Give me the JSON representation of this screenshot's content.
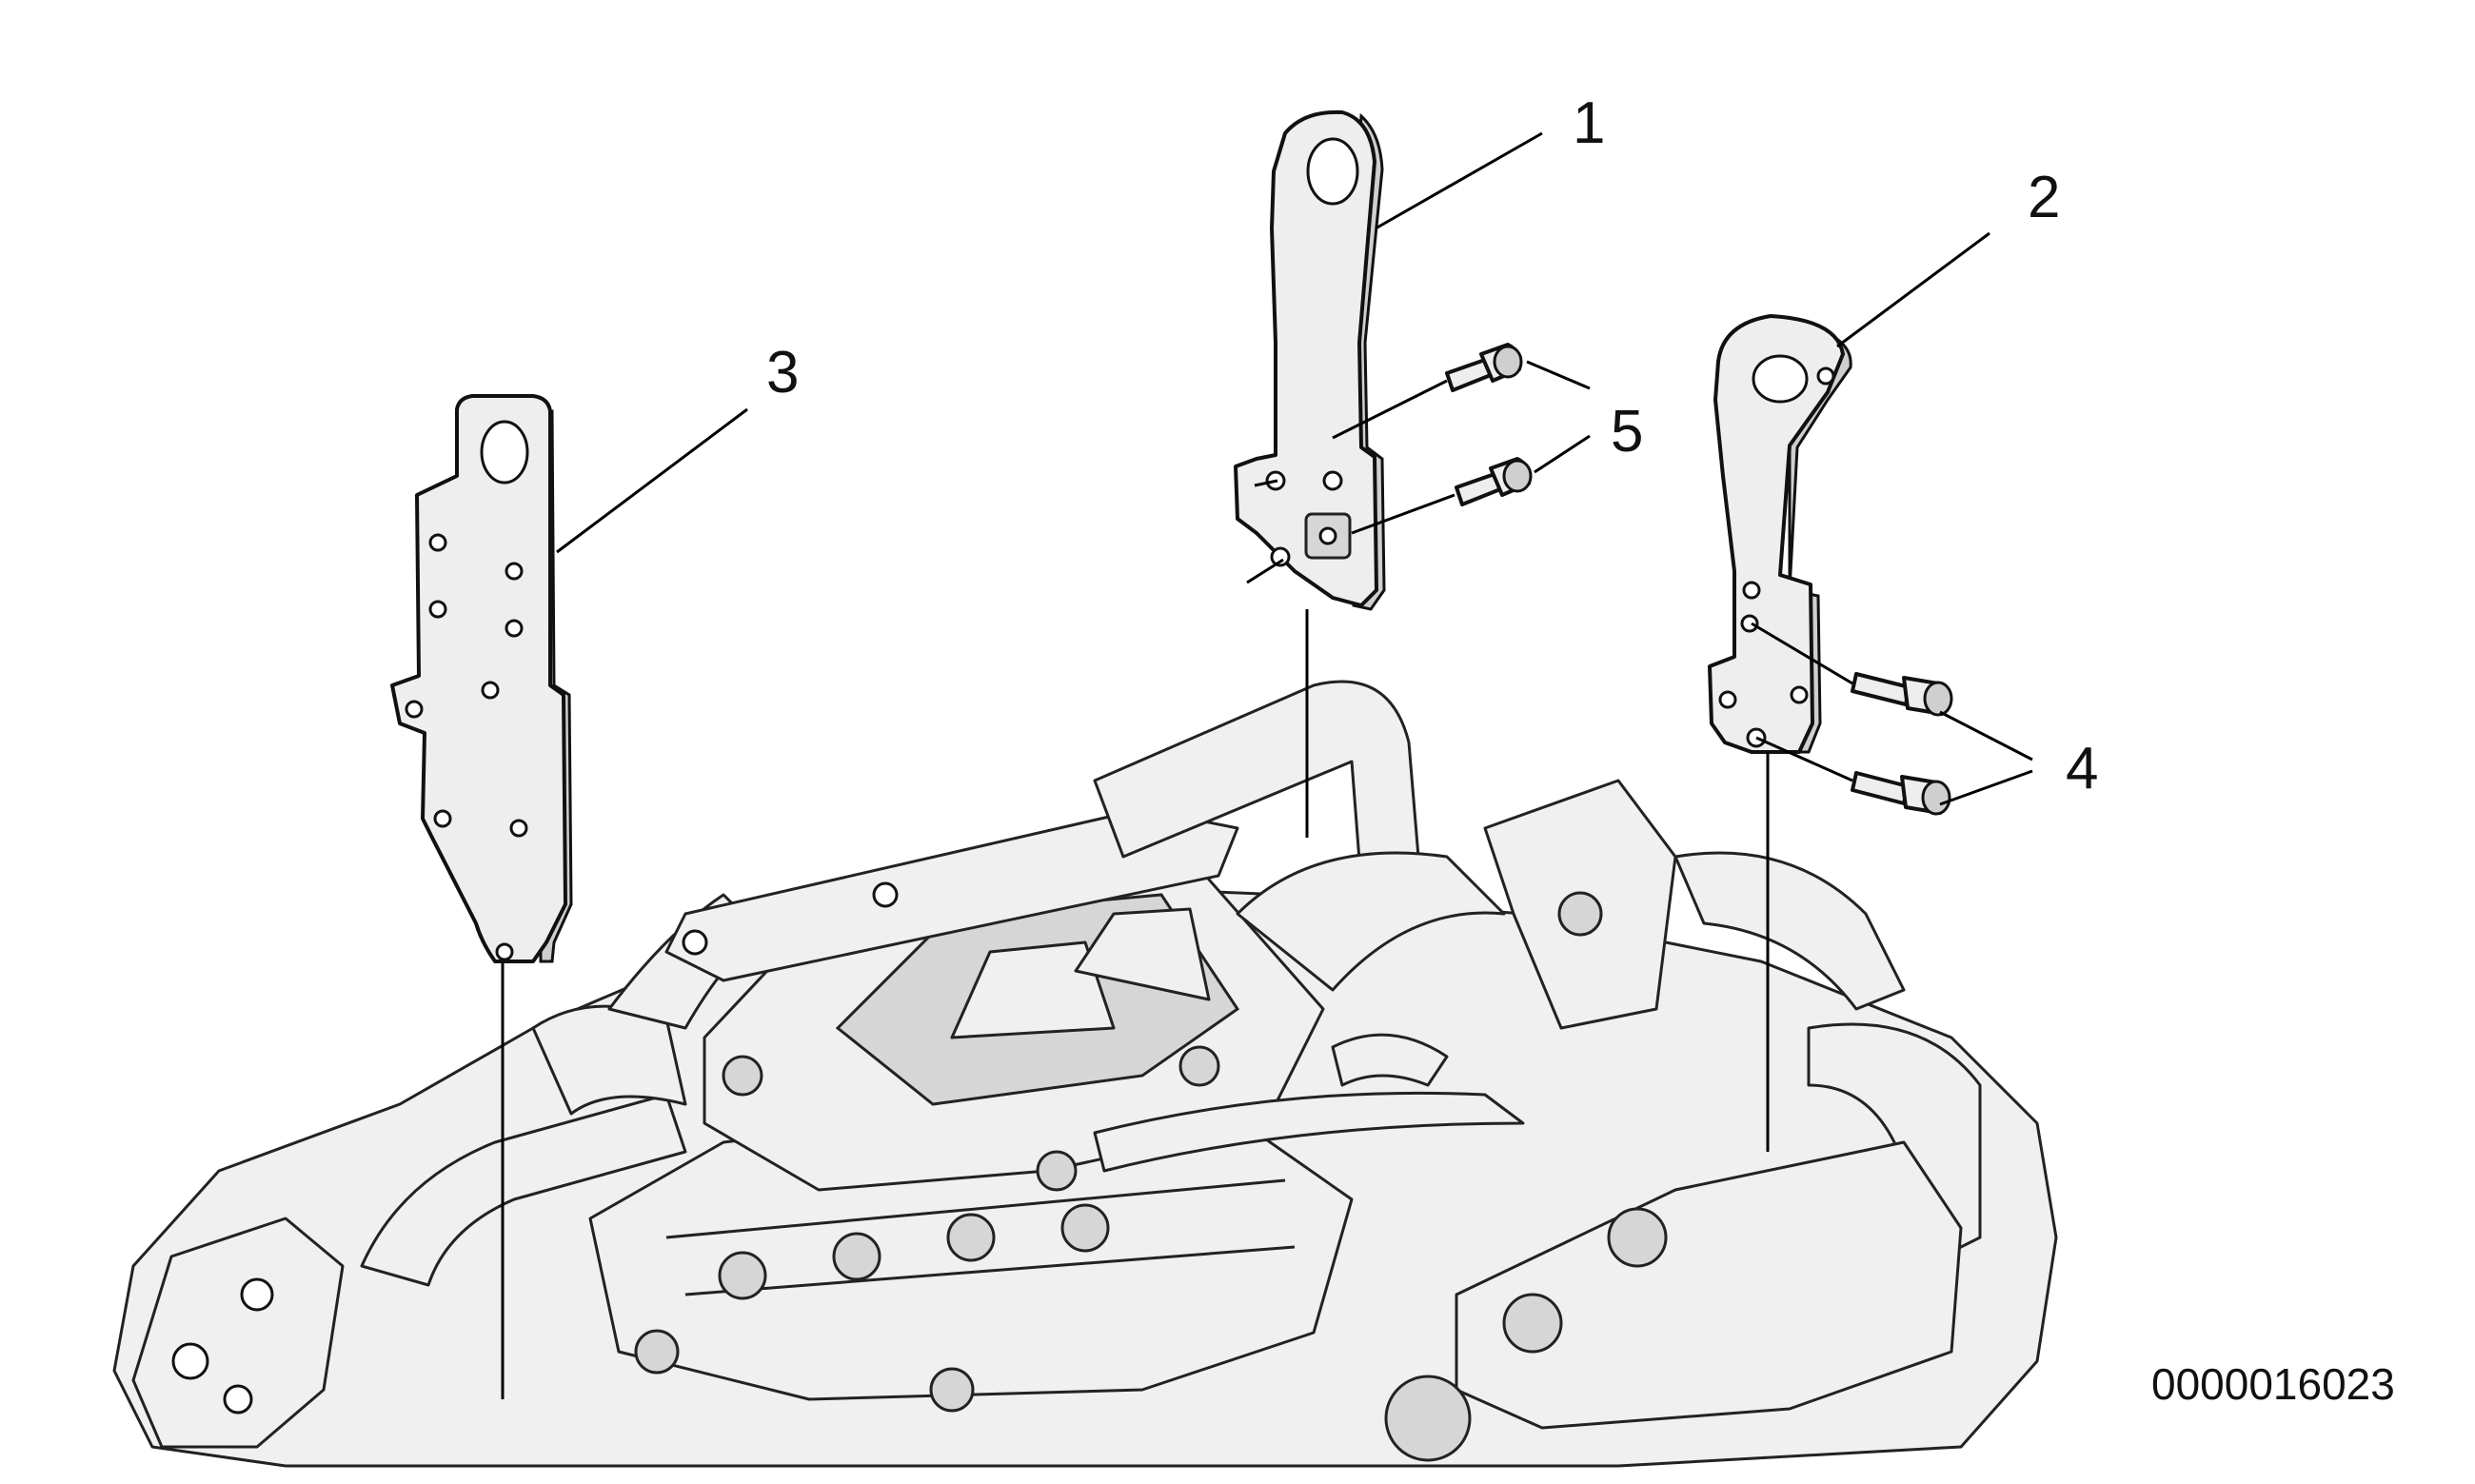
{
  "diagram": {
    "callouts": [
      {
        "id": "callout-1",
        "label": "1"
      },
      {
        "id": "callout-2",
        "label": "2"
      },
      {
        "id": "callout-3",
        "label": "3"
      },
      {
        "id": "callout-4",
        "label": "4"
      },
      {
        "id": "callout-5",
        "label": "5"
      }
    ],
    "reference_code": "0000016023"
  }
}
